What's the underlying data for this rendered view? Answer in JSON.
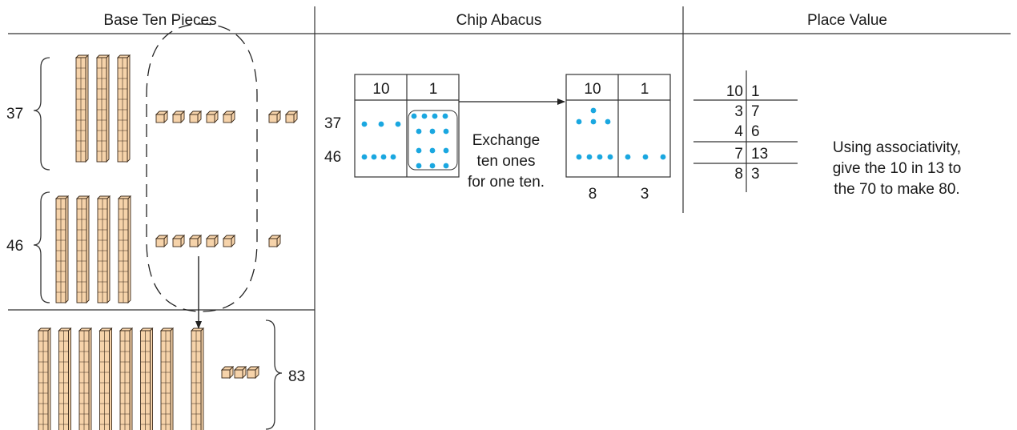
{
  "headers": {
    "base_ten": "Base Ten Pieces",
    "chip_abacus": "Chip Abacus",
    "place_value": "Place Value"
  },
  "base_ten": {
    "first_addend": "37",
    "second_addend": "46",
    "sum": "83",
    "first": {
      "longs": 3,
      "units": 7
    },
    "second": {
      "longs": 4,
      "units": 6
    },
    "result": {
      "longs": 8,
      "units": 3
    }
  },
  "abacus": {
    "columns": [
      "10",
      "1"
    ],
    "row_labels": [
      "37",
      "46"
    ],
    "exchange_lines": [
      "Exchange",
      "ten ones",
      "for one ten."
    ],
    "result_digits": [
      "8",
      "3"
    ],
    "chip_color": "#1aa7e0"
  },
  "place_value": {
    "rows": [
      {
        "tens": "10",
        "ones": "1"
      },
      {
        "tens": "3",
        "ones": "7"
      },
      {
        "tens": "4",
        "ones": "6"
      },
      {
        "tens": "7",
        "ones": "13"
      },
      {
        "tens": "8",
        "ones": "3"
      }
    ],
    "note_lines": [
      "Using associativity,",
      "give the 10 in 13 to",
      "the 70 to make 80."
    ]
  },
  "colors": {
    "block_fill": "#f6d3aa",
    "block_stroke": "#3a2a1a",
    "line": "#333333"
  }
}
